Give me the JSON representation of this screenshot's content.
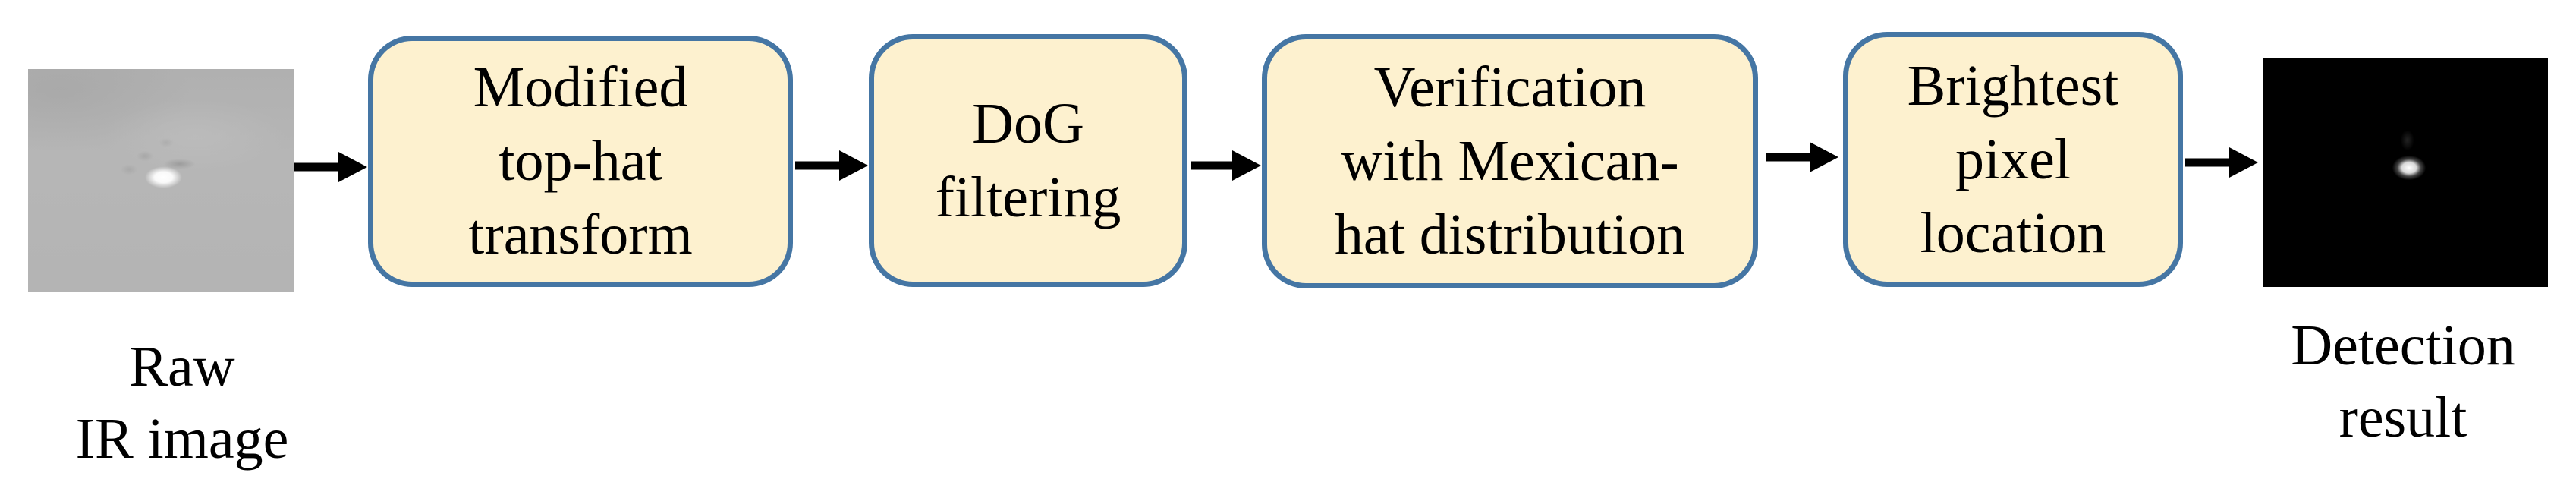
{
  "colors": {
    "box_fill": "#FDF1CF",
    "box_border": "#4576A4",
    "arrow": "#000000",
    "text": "#000000",
    "page_bg": "#FFFFFF",
    "raw_image_base": "#B4B4B4",
    "result_image_bg": "#000000"
  },
  "flowchart": {
    "input": {
      "lines": [
        "Raw",
        "IR image"
      ]
    },
    "steps": [
      {
        "lines": [
          "Modified",
          "top-hat",
          "transform"
        ]
      },
      {
        "lines": [
          "DoG",
          "filtering"
        ]
      },
      {
        "lines": [
          "Verification",
          "with Mexican-",
          "hat distribution"
        ]
      },
      {
        "lines": [
          "Brightest",
          "pixel",
          "location"
        ]
      }
    ],
    "output": {
      "lines": [
        "Detection",
        "result"
      ]
    }
  }
}
